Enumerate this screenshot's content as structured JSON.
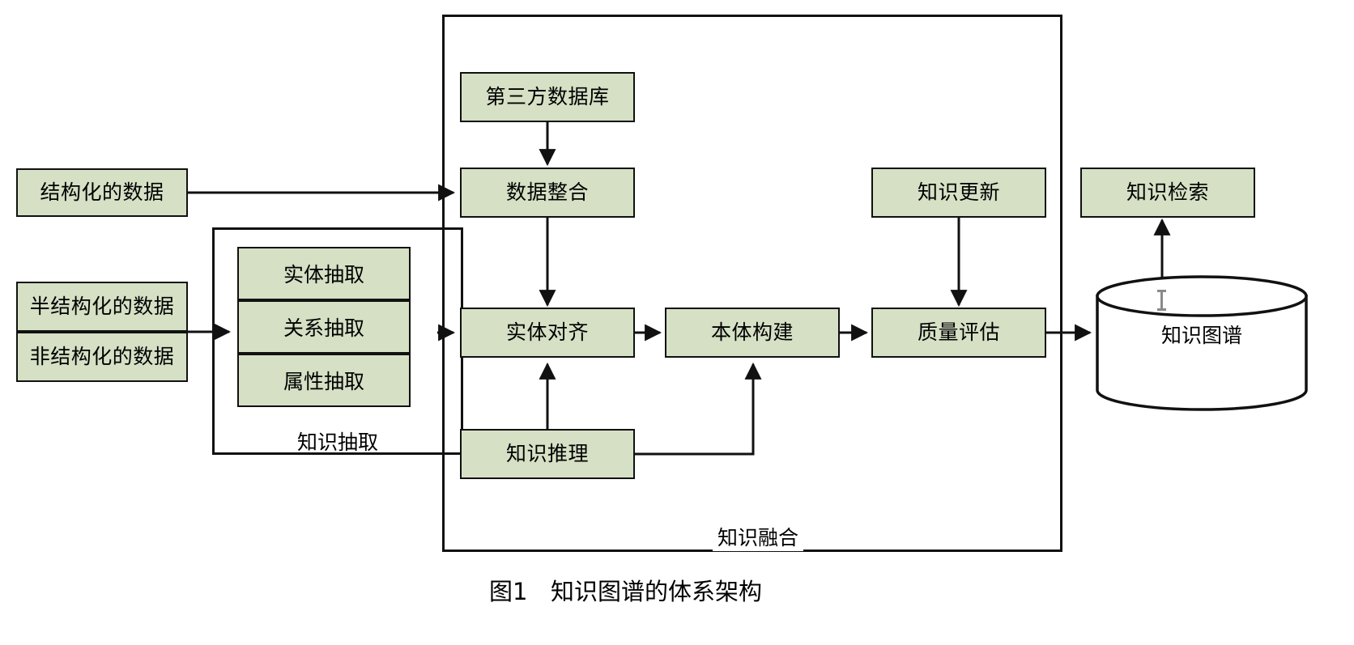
{
  "figure": {
    "caption_number": "图1",
    "caption_text": "知识图谱的体系架构"
  },
  "colors": {
    "node_fill": "#d5e0c5",
    "node_stroke": "#111111",
    "page_background": "#ffffff",
    "cylinder_fill": "#ffffff"
  },
  "inputs": {
    "structured": "结构化的数据",
    "semi_structured": "半结构化的数据",
    "unstructured": "非结构化的数据"
  },
  "extraction_group": {
    "label": "知识抽取",
    "items": [
      {
        "label": "实体抽取"
      },
      {
        "label": "关系抽取"
      },
      {
        "label": "属性抽取"
      }
    ]
  },
  "fusion_group": {
    "label": "知识融合",
    "nodes": [
      {
        "id": "third-party-db",
        "label": "第三方数据库"
      },
      {
        "id": "data-integration",
        "label": "数据整合"
      },
      {
        "id": "entity-alignment",
        "label": "实体对齐"
      },
      {
        "id": "ontology-construction",
        "label": "本体构建"
      },
      {
        "id": "quality-assessment",
        "label": "质量评估"
      },
      {
        "id": "knowledge-reasoning",
        "label": "知识推理"
      }
    ]
  },
  "outside_nodes": {
    "knowledge_update": "知识更新",
    "knowledge_retrieval": "知识检索",
    "knowledge_graph": "知识图谱"
  }
}
